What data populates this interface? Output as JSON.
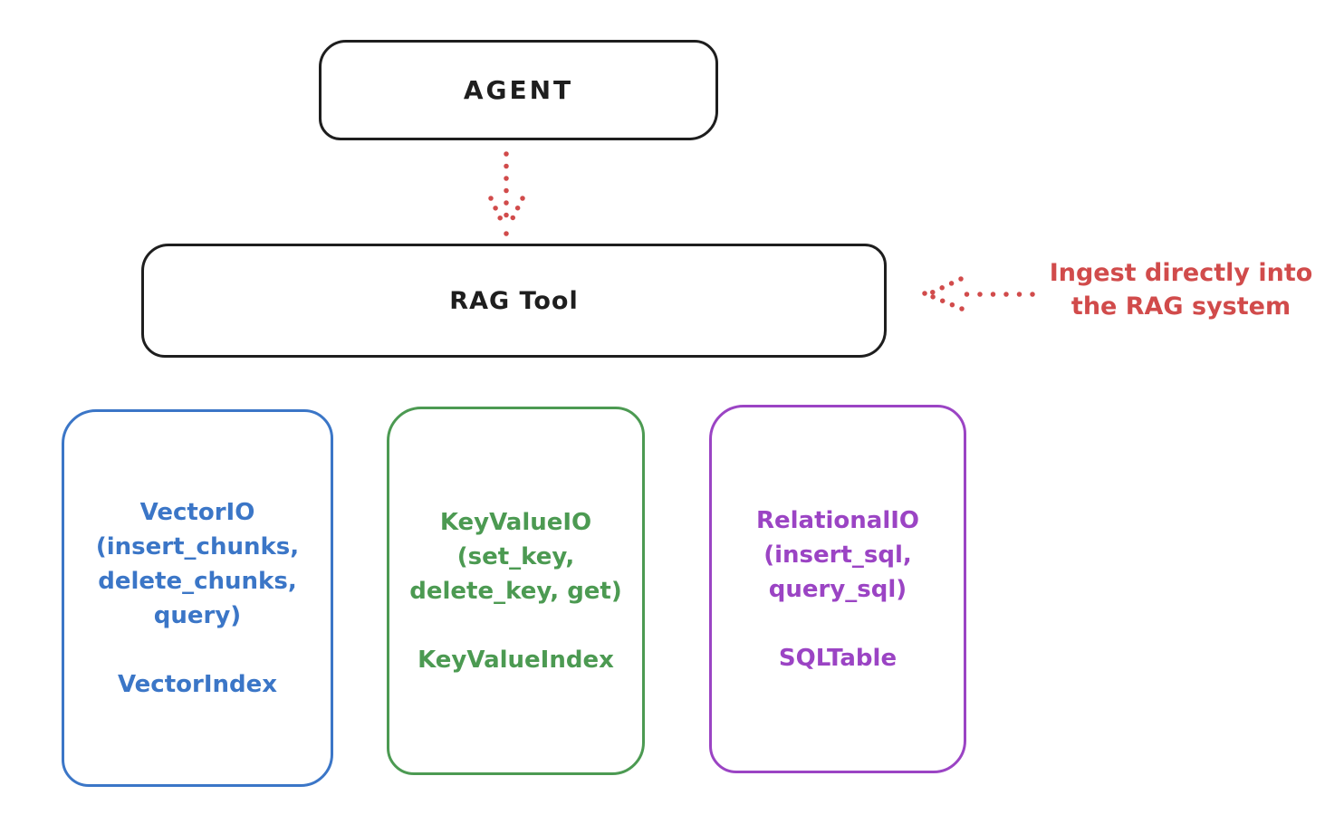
{
  "colors": {
    "ink": "#1e1e1e",
    "accent_red": "#d14b4b",
    "vector_blue": "#3b76c7",
    "keyvalue_green": "#4c9a52",
    "relational_purple": "#9b44c4",
    "background": "#ffffff"
  },
  "nodes": {
    "agent": {
      "label": "AGENT"
    },
    "rag_tool": {
      "label": "RAG Tool"
    }
  },
  "annotation": {
    "line1": "Ingest directly into",
    "line2": "the RAG system"
  },
  "backends": [
    {
      "name": "vector-io",
      "color": "#3b76c7",
      "lines": [
        "VectorIO",
        "(insert_chunks,",
        "delete_chunks,",
        "query)"
      ],
      "index_label": "VectorIndex"
    },
    {
      "name": "keyvalue-io",
      "color": "#4c9a52",
      "lines": [
        "KeyValueIO",
        "(set_key,",
        "delete_key, get)"
      ],
      "index_label": "KeyValueIndex"
    },
    {
      "name": "relational-io",
      "color": "#9b44c4",
      "lines": [
        "RelationalIO",
        "(insert_sql,",
        "query_sql)"
      ],
      "index_label": "SQLTable"
    }
  ]
}
